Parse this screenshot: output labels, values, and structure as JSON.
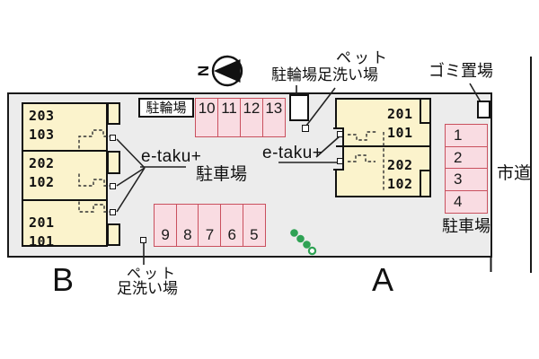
{
  "compass": {
    "north_label": "N"
  },
  "road": {
    "label": "市道"
  },
  "area_labels": {
    "building_a_letter": "A",
    "building_b_letter": "B",
    "parking_center": "駐車場",
    "parking_right": "駐車場",
    "bike_parking_boxed": "駐輪場",
    "bike_parking_pointer": "駐輪場",
    "garbage": "ゴミ置場",
    "pet_wash_top": {
      "line1": "ペット",
      "line2": "足洗い場"
    },
    "pet_wash_bottom": {
      "line1": "ペット",
      "line2": "足洗い場"
    },
    "etaku_left": "e-taku+",
    "etaku_right": "e-taku+"
  },
  "building_b": {
    "units": [
      {
        "upper": "203",
        "lower": "103"
      },
      {
        "upper": "202",
        "lower": "102"
      },
      {
        "upper": "201",
        "lower": "101"
      }
    ]
  },
  "building_a": {
    "units": [
      {
        "upper": "201",
        "lower": "101"
      },
      {
        "upper": "202",
        "lower": "102"
      }
    ]
  },
  "parking_spaces": {
    "top_row": [
      "10",
      "11",
      "12",
      "13"
    ],
    "bottom_row": [
      "9",
      "8",
      "7",
      "6",
      "5"
    ],
    "right_column": [
      "1",
      "2",
      "3",
      "4"
    ]
  },
  "colors": {
    "site_fill": "#ECECEC",
    "building_fill": "#FBF3CC",
    "parking_fill": "#F9DCE2",
    "parking_border": "#C9505E",
    "line_black": "#1A1A1A",
    "plant_green": "#2FA254"
  }
}
